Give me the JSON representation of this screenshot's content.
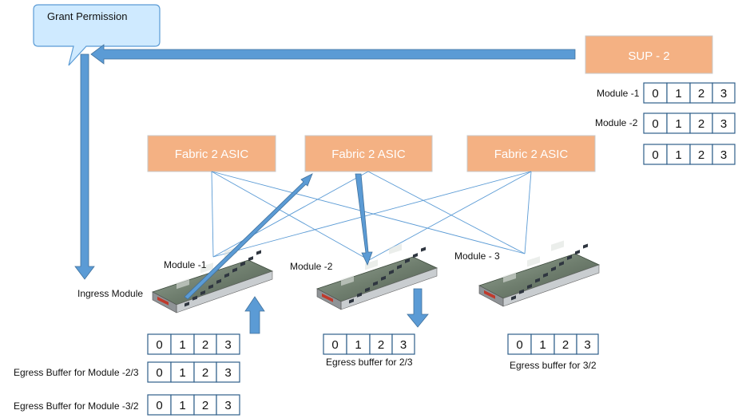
{
  "callout": {
    "text": "Grant Permission"
  },
  "sup": {
    "label": "SUP - 2"
  },
  "fabrics": [
    {
      "label": "Fabric 2 ASIC"
    },
    {
      "label": "Fabric 2 ASIC"
    },
    {
      "label": "Fabric 2 ASIC"
    }
  ],
  "modules": [
    {
      "label": "Module -1"
    },
    {
      "label": "Module -2"
    },
    {
      "label": "Module - 3"
    }
  ],
  "ingress_label": "Ingress Module",
  "sup_buffers": [
    {
      "label": "Module -1",
      "cells": [
        "0",
        "1",
        "2",
        "3"
      ]
    },
    {
      "label": "Module -2",
      "cells": [
        "0",
        "1",
        "2",
        "3"
      ]
    },
    {
      "label": "",
      "cells": [
        "0",
        "1",
        "2",
        "3"
      ]
    }
  ],
  "module_buffers": [
    {
      "label": "",
      "cells": [
        "0",
        "1",
        "2",
        "3"
      ]
    },
    {
      "label": "Egress Buffer for Module -2/3",
      "cells": [
        "0",
        "1",
        "2",
        "3"
      ]
    },
    {
      "label": "Egress Buffer for Module -3/2",
      "cells": [
        "0",
        "1",
        "2",
        "3"
      ]
    },
    {
      "label": "Egress buffer for 2/3",
      "cells": [
        "0",
        "1",
        "2",
        "3"
      ]
    },
    {
      "label": "Egress buffer for 3/2",
      "cells": [
        "0",
        "1",
        "2",
        "3"
      ]
    }
  ],
  "colors": {
    "fabric": "#f4b183",
    "arrow": "#5b9bd5",
    "callout": "#cfeaff",
    "buffer_border": "#2f5f8a"
  },
  "icons": {
    "line_card": "network-line-card-icon"
  }
}
